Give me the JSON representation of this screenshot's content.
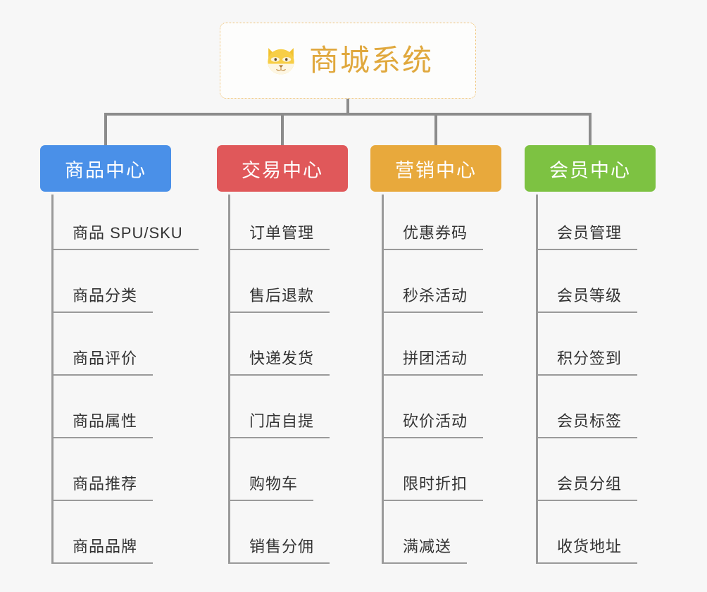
{
  "diagram": {
    "title": "商城系统",
    "root_icon": "shiba-dog-face-icon",
    "background_color": "#F7F7F7",
    "root_border_color": "#EFC070",
    "root_text_color": "#E0A83D",
    "connector_color": "#8C8C8C",
    "leaf_rule_color": "#9A9A9A",
    "leaf_text_color": "#333333"
  },
  "columns": [
    {
      "title": "商品中心",
      "color": "#4A90E8",
      "items": [
        "商品 SPU/SKU",
        "商品分类",
        "商品评价",
        "商品属性",
        "商品推荐",
        "商品品牌"
      ]
    },
    {
      "title": "交易中心",
      "color": "#E0585A",
      "items": [
        "订单管理",
        "售后退款",
        "快递发货",
        "门店自提",
        "购物车",
        "销售分佣"
      ]
    },
    {
      "title": "营销中心",
      "color": "#E8A93C",
      "items": [
        "优惠券码",
        "秒杀活动",
        "拼团活动",
        "砍价活动",
        "限时折扣",
        "满减送"
      ]
    },
    {
      "title": "会员中心",
      "color": "#7DC242",
      "items": [
        "会员管理",
        "会员等级",
        "积分签到",
        "会员标签",
        "会员分组",
        "收货地址"
      ]
    }
  ]
}
